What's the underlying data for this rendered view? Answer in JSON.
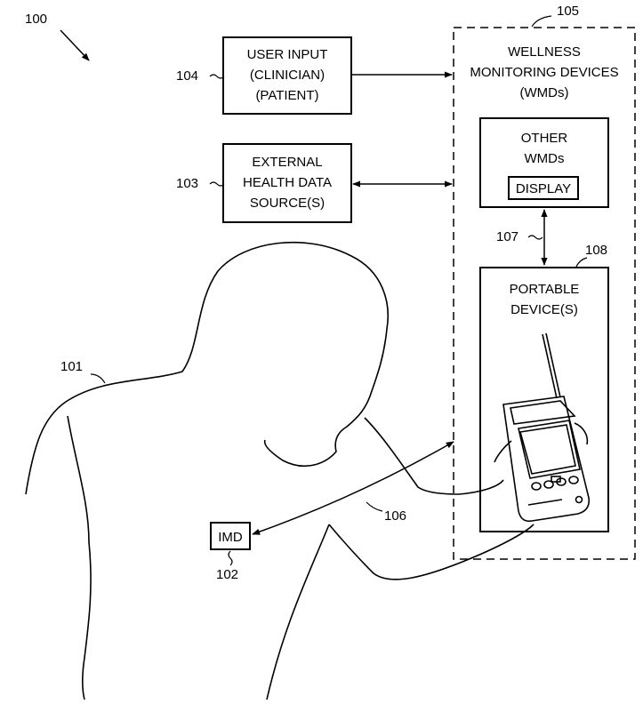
{
  "figure": {
    "ref": "100",
    "user_input": {
      "ref": "104",
      "lines": [
        "USER INPUT",
        "(CLINICIAN)",
        "(PATIENT)"
      ]
    },
    "external_source": {
      "ref": "103",
      "lines": [
        "EXTERNAL",
        "HEALTH DATA",
        "SOURCE(S)"
      ]
    },
    "wmd_group": {
      "ref": "105",
      "lines": [
        "WELLNESS",
        "MONITORING DEVICES",
        "(WMDs)"
      ]
    },
    "other_wmds": {
      "lines": [
        "OTHER",
        "WMDs"
      ],
      "display": "DISPLAY"
    },
    "link_107": "107",
    "portable": {
      "ref": "108",
      "lines": [
        "PORTABLE",
        "DEVICE(S)"
      ]
    },
    "patient_ref": "101",
    "imd": {
      "label": "IMD",
      "ref": "102"
    },
    "link_106": "106"
  }
}
